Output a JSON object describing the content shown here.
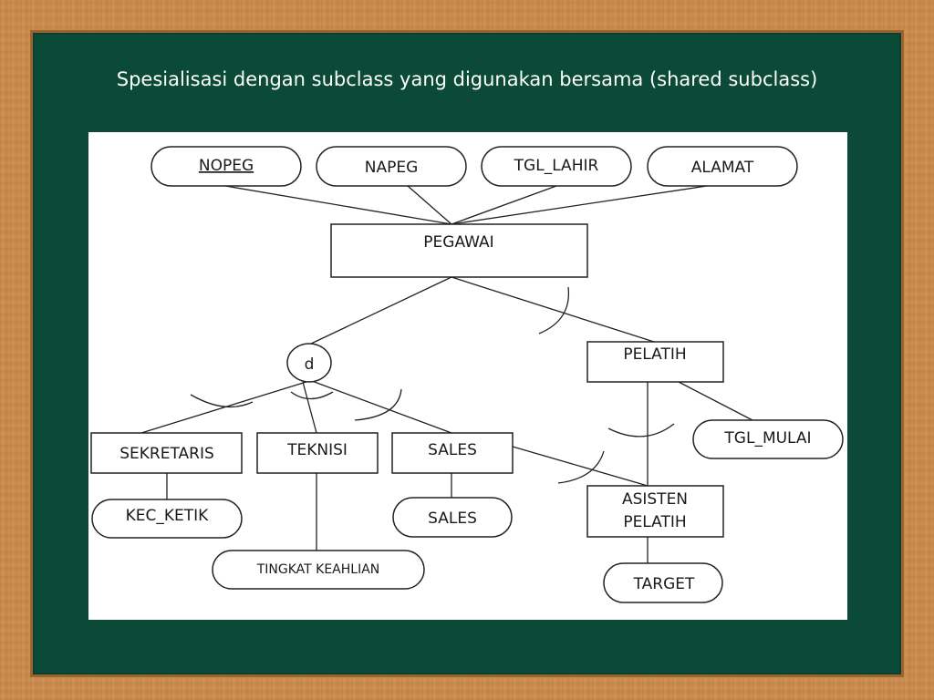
{
  "slide": {
    "title": "Spesialisasi dengan subclass yang digunakan bersama (shared subclass)"
  },
  "diagram": {
    "superclass": "PEGAWAI",
    "attributes": {
      "nopeg": "NOPEG",
      "napeg": "NAPEG",
      "tgl_lahir": "TGL_LAHIR",
      "alamat": "ALAMAT"
    },
    "disjoint_symbol": "d",
    "subclasses": {
      "sekretaris": "SEKRETARIS",
      "teknisi": "TEKNISI",
      "sales": "SALES",
      "pelatih": "PELATIH",
      "asisten_line1": "ASISTEN",
      "asisten_line2": "PELATIH"
    },
    "subclass_attributes": {
      "kec_ketik": "KEC_KETIK",
      "tingkat_keahlian": "TINGKAT KEAHLIAN",
      "sales": "SALES",
      "tgl_mulai": "TGL_MULAI",
      "target": "TARGET"
    }
  }
}
